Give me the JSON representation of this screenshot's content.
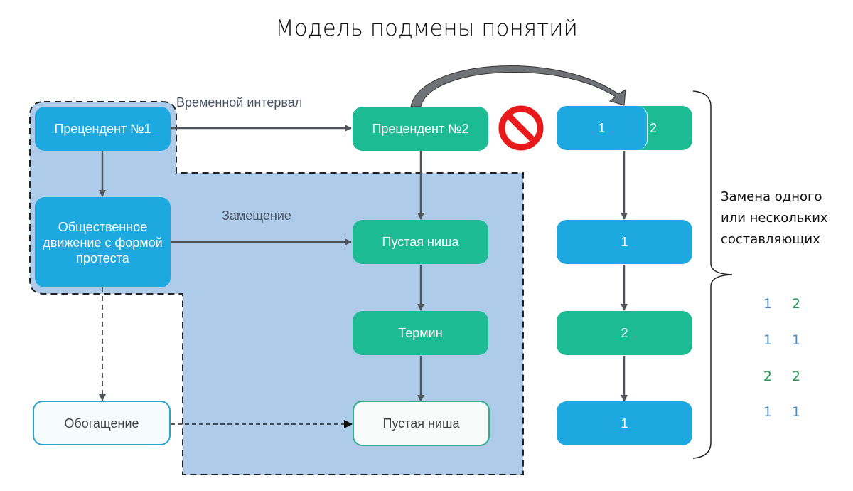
{
  "title": "Модель подмены понятий",
  "colors": {
    "precedent1": "#1ea8e0",
    "precedent2": "#1dbb94",
    "group_fill": "#aecbea",
    "arrow": "#4d545c",
    "forbidden": "#e8191a",
    "pair_one": "#4f8bbf",
    "pair_two": "#1e9b4e"
  },
  "nodes": {
    "precedent1": "Прецендент №1",
    "social_movement": "Общественное движение с формой протеста",
    "enrichment": "Обогащение",
    "precedent2": "Прецендент №2",
    "empty_niche_1": "Пустая ниша",
    "term": "Термин",
    "empty_niche_2": "Пустая ниша"
  },
  "edge_labels": {
    "time_interval": "Временной интервал",
    "substitution": "Замещение"
  },
  "forbidden_icon": "no-entry-icon",
  "sequence": {
    "split_left": "1",
    "split_right": "2",
    "items": [
      "1",
      "2",
      "1"
    ]
  },
  "side_note": {
    "lines": [
      "Замена одного",
      "или нескольких",
      "составляющих"
    ]
  },
  "pairs": [
    {
      "a": "1",
      "b": "2",
      "a_type": "one",
      "b_type": "two"
    },
    {
      "a": "1",
      "b": "1",
      "a_type": "one",
      "b_type": "one"
    },
    {
      "a": "2",
      "b": "2",
      "a_type": "two",
      "b_type": "two"
    },
    {
      "a": "1",
      "b": "1",
      "a_type": "one",
      "b_type": "one"
    }
  ]
}
